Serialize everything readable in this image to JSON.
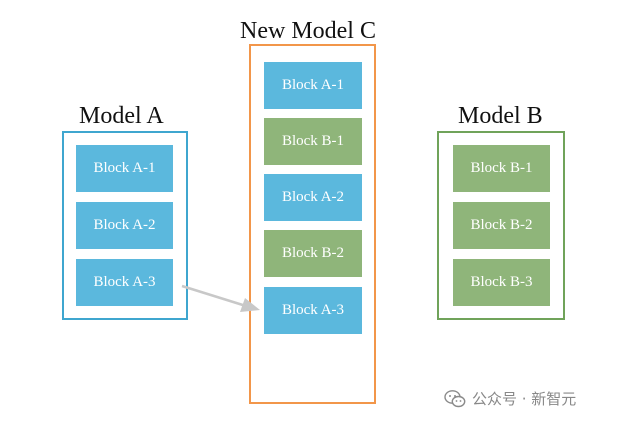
{
  "models": {
    "a": {
      "title": "Model A",
      "blocks": [
        "Block A-1",
        "Block A-2",
        "Block A-3"
      ]
    },
    "b": {
      "title": "Model B",
      "blocks": [
        "Block B-1",
        "Block B-2",
        "Block B-3"
      ]
    },
    "c": {
      "title": "New Model C",
      "blocks": [
        "Block A-1",
        "Block B-1",
        "Block A-2",
        "Block B-2",
        "Block A-3"
      ]
    }
  },
  "watermark": {
    "text": "公众号 · 新智元"
  },
  "colors": {
    "model_a_frame": "#3fa6cf",
    "model_b_frame": "#70a35a",
    "model_c_frame": "#f2964a",
    "block_a_fill": "#5bb8dd",
    "block_b_fill": "#8fb57a",
    "arrow": "#c8c8c8"
  },
  "icons": {
    "watermark_icon": "wechat-icon"
  }
}
